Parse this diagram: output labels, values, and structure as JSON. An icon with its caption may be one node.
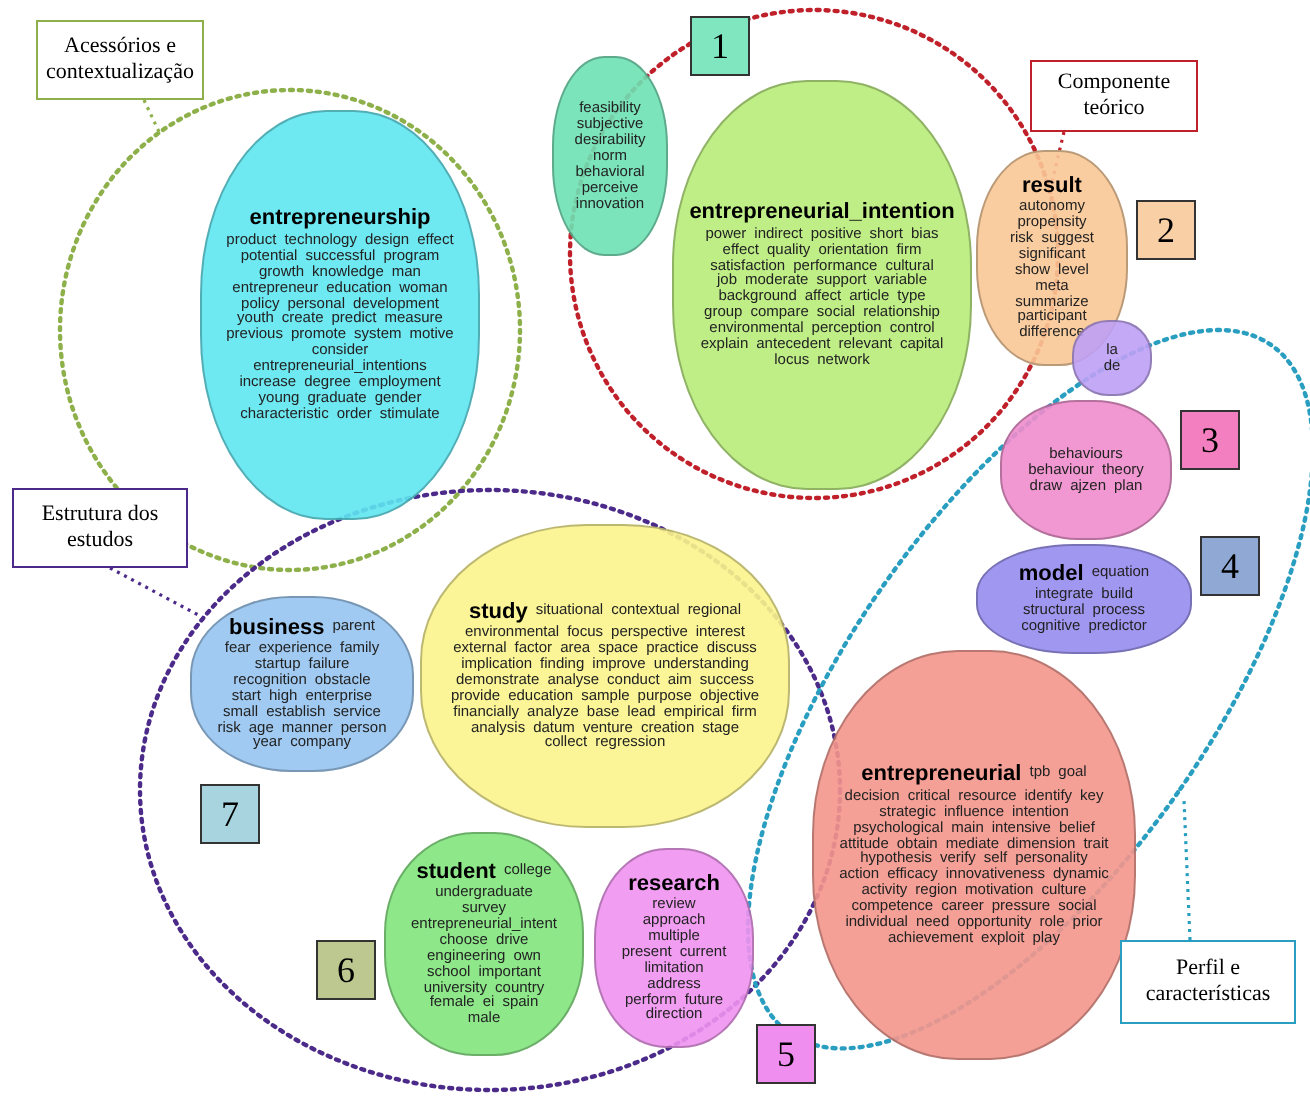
{
  "diagram": {
    "nodes": [
      {
        "text": [
          "Acessórios e contextualização"
        ]
      },
      {
        "text": [],
        "shape": "ellipse"
      },
      {
        "text": [
          "Componente teórico"
        ]
      },
      {
        "text": [],
        "shape": "ellipse"
      },
      {
        "text": [
          "1"
        ],
        "in": 3
      },
      {
        "text": [
          "2"
        ]
      },
      {
        "text": [
          "Estrutura dos estudos"
        ]
      },
      {
        "text": [],
        "shape": "ellipse"
      },
      {
        "text": [
          "3"
        ],
        "in": 11
      },
      {
        "text": [
          "4"
        ],
        "in": 11
      },
      {
        "text": [
          "Perfil e características"
        ]
      },
      {
        "text": [],
        "shape": "ellipse"
      },
      {
        "text": [
          "7"
        ],
        "in": 7
      },
      {
        "text": [
          "6"
        ],
        "in": 7
      },
      {
        "text": [
          "5"
        ]
      },
      {
        "in": 1,
        "text": [
          "entrepreneurship",
          "product",
          "technology",
          "design",
          "effect",
          "potential",
          "successful",
          "program",
          "growth",
          "knowledge",
          "man",
          "entrepreneur",
          "education",
          "woman",
          "policy",
          "personal",
          "development",
          "youth",
          "create",
          "predict",
          "measure",
          "previous",
          "promote",
          "system",
          "motive",
          "consider",
          "entrepreneurial_intentions",
          "increase",
          "degree",
          "employment",
          "young",
          "graduate",
          "gender",
          "characteristic",
          "order",
          "stimulate"
        ]
      },
      {
        "text": [
          "feasibility",
          "subjective",
          "desirability",
          "norm",
          "behavioral",
          "perceive",
          "innovation"
        ]
      },
      {
        "in": 3,
        "text": [
          "entrepreneurial_intention",
          "power",
          "indirect",
          "positive",
          "short",
          "bias",
          "effect",
          "quality",
          "orientation",
          "firm",
          "satisfaction",
          "performance",
          "cultural",
          "job",
          "moderate",
          "support",
          "variable",
          "background",
          "affect",
          "article",
          "type",
          "group",
          "compare",
          "social",
          "relationship",
          "environmental",
          "perception",
          "control",
          "explain",
          "antecedent",
          "relevant",
          "capital",
          "locus",
          "network"
        ]
      },
      {
        "text": [
          "result",
          "autonomy",
          "propensity",
          "risk",
          "suggest",
          "significant",
          "show",
          "level",
          "meta",
          "summarize",
          "participant",
          "difference"
        ]
      },
      {
        "text": [
          "la",
          "de"
        ]
      },
      {
        "in": 11,
        "text": [
          "behaviours",
          "behaviour",
          "theory",
          "draw",
          "ajzen",
          "plan"
        ]
      },
      {
        "in": 11,
        "text": [
          "model",
          "equation",
          "integrate",
          "build",
          "structural",
          "process",
          "cognitive",
          "predictor"
        ]
      },
      {
        "in": 7,
        "text": [
          "study",
          "situational",
          "contextual",
          "regional",
          "environmental",
          "focus",
          "perspective",
          "interest",
          "external",
          "factor",
          "area",
          "space",
          "practice",
          "discuss",
          "implication",
          "finding",
          "improve",
          "understanding",
          "demonstrate",
          "analyse",
          "conduct",
          "aim",
          "success",
          "provide",
          "education",
          "sample",
          "purpose",
          "objective",
          "financially",
          "analyze",
          "base",
          "lead",
          "empirical",
          "firm",
          "analysis",
          "datum",
          "venture",
          "creation",
          "stage",
          "collect",
          "regression"
        ]
      },
      {
        "in": 7,
        "text": [
          "business",
          "parent",
          "fear",
          "experience",
          "family",
          "startup",
          "failure",
          "recognition",
          "obstacle",
          "start",
          "high",
          "enterprise",
          "small",
          "establish",
          "service",
          "risk",
          "age",
          "manner",
          "person",
          "year",
          "company"
        ]
      },
      {
        "in": 11,
        "text": [
          "entrepreneurial",
          "tpb",
          "goal",
          "decision",
          "critical",
          "resource",
          "identify",
          "key",
          "strategic",
          "influence",
          "intention",
          "psychological",
          "main",
          "intensive",
          "belief",
          "attitude",
          "obtain",
          "mediate",
          "dimension",
          "trait",
          "hypothesis",
          "verify",
          "self",
          "personality",
          "action",
          "efficacy",
          "innovativeness",
          "dynamic",
          "activity",
          "region",
          "motivation",
          "culture",
          "competence",
          "career",
          "pressure",
          "social",
          "individual",
          "need",
          "opportunity",
          "role",
          "prior",
          "achievement",
          "exploit",
          "play"
        ]
      },
      {
        "in": 7,
        "text": [
          "student",
          "college",
          "undergraduate",
          "survey",
          "entrepreneurial_intent",
          "choose",
          "drive",
          "engineering",
          "own",
          "school",
          "important",
          "university",
          "country",
          "female",
          "ei",
          "spain",
          "male"
        ]
      },
      {
        "in": 7,
        "text": [
          "research",
          "review",
          "approach",
          "multiple",
          "present",
          "current",
          "limitation",
          "address",
          "perform",
          "future",
          "direction"
        ]
      }
    ],
    "edges": [
      {
        "from": 0,
        "to": 1,
        "arrow": "none",
        "color": "#8db04a"
      },
      {
        "from": 2,
        "to": 3,
        "arrow": "none",
        "color": "#c0202a"
      },
      {
        "from": 6,
        "to": 7,
        "arrow": "none",
        "color": "#4b2a8a"
      },
      {
        "from": 10,
        "to": 11,
        "arrow": "none",
        "color": "#2a9ec0"
      }
    ]
  }
}
